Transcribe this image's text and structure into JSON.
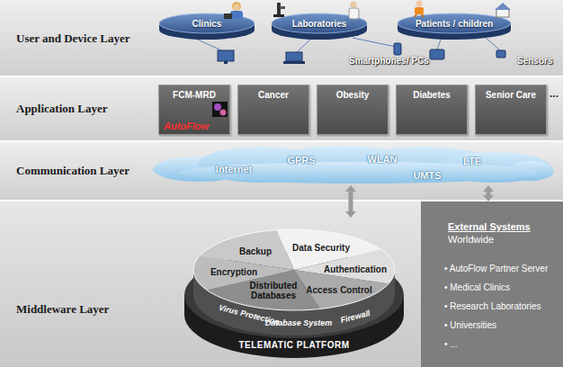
{
  "diagram": {
    "nodes": [
      {
        "text": [
          "User and Device Layer"
        ]
      },
      {
        "text": [
          "Clinics"
        ],
        "in": 0
      },
      {
        "text": [
          "Laboratories"
        ],
        "in": 0
      },
      {
        "text": [
          "Patients / children"
        ],
        "in": 0
      },
      {
        "text": [
          "Application Layer"
        ]
      },
      {
        "text": [
          "FCM-MRD",
          "AutoFlow"
        ],
        "in": 4
      },
      {
        "text": [
          "Cancer"
        ],
        "in": 4
      },
      {
        "text": [
          "Obesity"
        ],
        "in": 4
      },
      {
        "text": [
          "Diabetes"
        ],
        "in": 4
      },
      {
        "text": [
          "Senior Care"
        ],
        "in": 4
      },
      {
        "text": [
          "Communication Layer"
        ]
      },
      {
        "text": [
          "Internet",
          "GPRS",
          "WLAN",
          "LTE",
          "UMTS"
        ],
        "in": 10
      },
      {
        "text": [
          "Middleware Layer"
        ]
      },
      {
        "text": [
          "Backup",
          "Data Security",
          "Authentication",
          "Encryption",
          "Access Control",
          "Distributed Databases",
          "Virus Protection",
          "Database System",
          "Firewall",
          "TELEMATIC PLATFORM"
        ],
        "in": 12
      },
      {
        "text": [
          "External Systems",
          "Worldwide",
          "• AutoFlow Partner Server",
          "• Medical Clinics",
          "• Research Laboratories",
          "• Universities",
          "• ..."
        ],
        "in": 12
      }
    ],
    "edges": [
      {
        "from": 11,
        "to": 13,
        "arrow": "both"
      },
      {
        "from": 11,
        "to": 14,
        "arrow": "both"
      }
    ],
    "labels": [
      "Smartphones/ PCs",
      "Sensors",
      "..."
    ]
  }
}
